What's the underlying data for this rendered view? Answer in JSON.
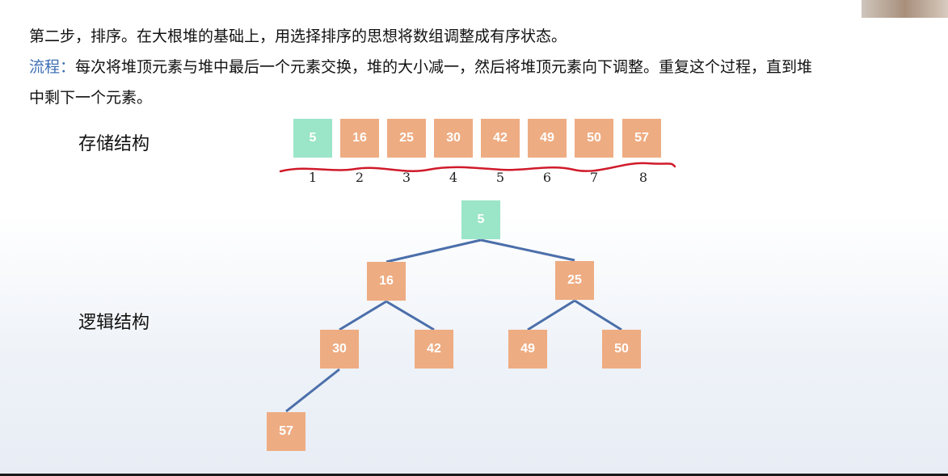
{
  "text": {
    "line1": "第二步，排序。在大根堆的基础上，用选择排序的思想将数组调整成有序状态。",
    "flow_label": "流程：",
    "line2_rest": "每次将堆顶元素与堆中最后一个元素交换，堆的大小减一，然后将堆顶元素向下调整。重复这个过程，直到堆",
    "line3": "中剩下一个元素。",
    "storage_label": "存储结构",
    "logic_label": "逻辑结构"
  },
  "array": {
    "values": [
      "5",
      "16",
      "25",
      "30",
      "42",
      "49",
      "50",
      "57"
    ],
    "indices": [
      "1",
      "2",
      "3",
      "4",
      "5",
      "6",
      "7",
      "8"
    ]
  },
  "tree": {
    "nodes": [
      "5",
      "16",
      "25",
      "30",
      "42",
      "49",
      "50",
      "57"
    ],
    "edges": [
      [
        0,
        1
      ],
      [
        0,
        2
      ],
      [
        1,
        3
      ],
      [
        1,
        4
      ],
      [
        2,
        5
      ],
      [
        2,
        6
      ],
      [
        3,
        7
      ]
    ]
  },
  "colors": {
    "node_fill": "#eeac82",
    "highlight_fill": "#9be5c8",
    "edge": "#4b6faa",
    "annotation": "#d01a2a",
    "accent_text": "#3c6fb4"
  }
}
